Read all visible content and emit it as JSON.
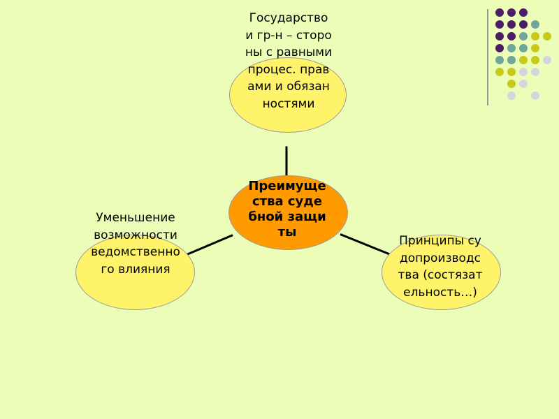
{
  "diagram": {
    "center": {
      "text": "Преимущества судебной защиты"
    },
    "top": {
      "text": "Государство и гр-н – стороны с равными процес. правами и обязанностями"
    },
    "left": {
      "text": "Уменьшение возможности ведомственного влияния"
    },
    "right": {
      "text": "Принципы судопроизводства (состязательность…)"
    }
  },
  "colors": {
    "background": "#ebfdb7",
    "node_fill": "#fff36a",
    "center_fill": "#ff9a00",
    "dot_purple": "#4d1e68",
    "dot_teal": "#6fa59b",
    "dot_olive": "#c9c918",
    "dot_gray": "#d4d4dc"
  },
  "decoration": {
    "dot_grid": [
      [
        "purple",
        "purple",
        "purple",
        "",
        ""
      ],
      [
        "purple",
        "purple",
        "purple",
        "teal",
        ""
      ],
      [
        "purple",
        "purple",
        "teal",
        "olive",
        "olive"
      ],
      [
        "purple",
        "teal",
        "teal",
        "olive",
        ""
      ],
      [
        "teal",
        "teal",
        "olive",
        "olive",
        "gray"
      ],
      [
        "olive",
        "olive",
        "gray",
        "gray",
        ""
      ],
      [
        "",
        "olive",
        "gray",
        "",
        ""
      ],
      [
        "",
        "gray",
        "",
        "gray",
        ""
      ]
    ]
  }
}
